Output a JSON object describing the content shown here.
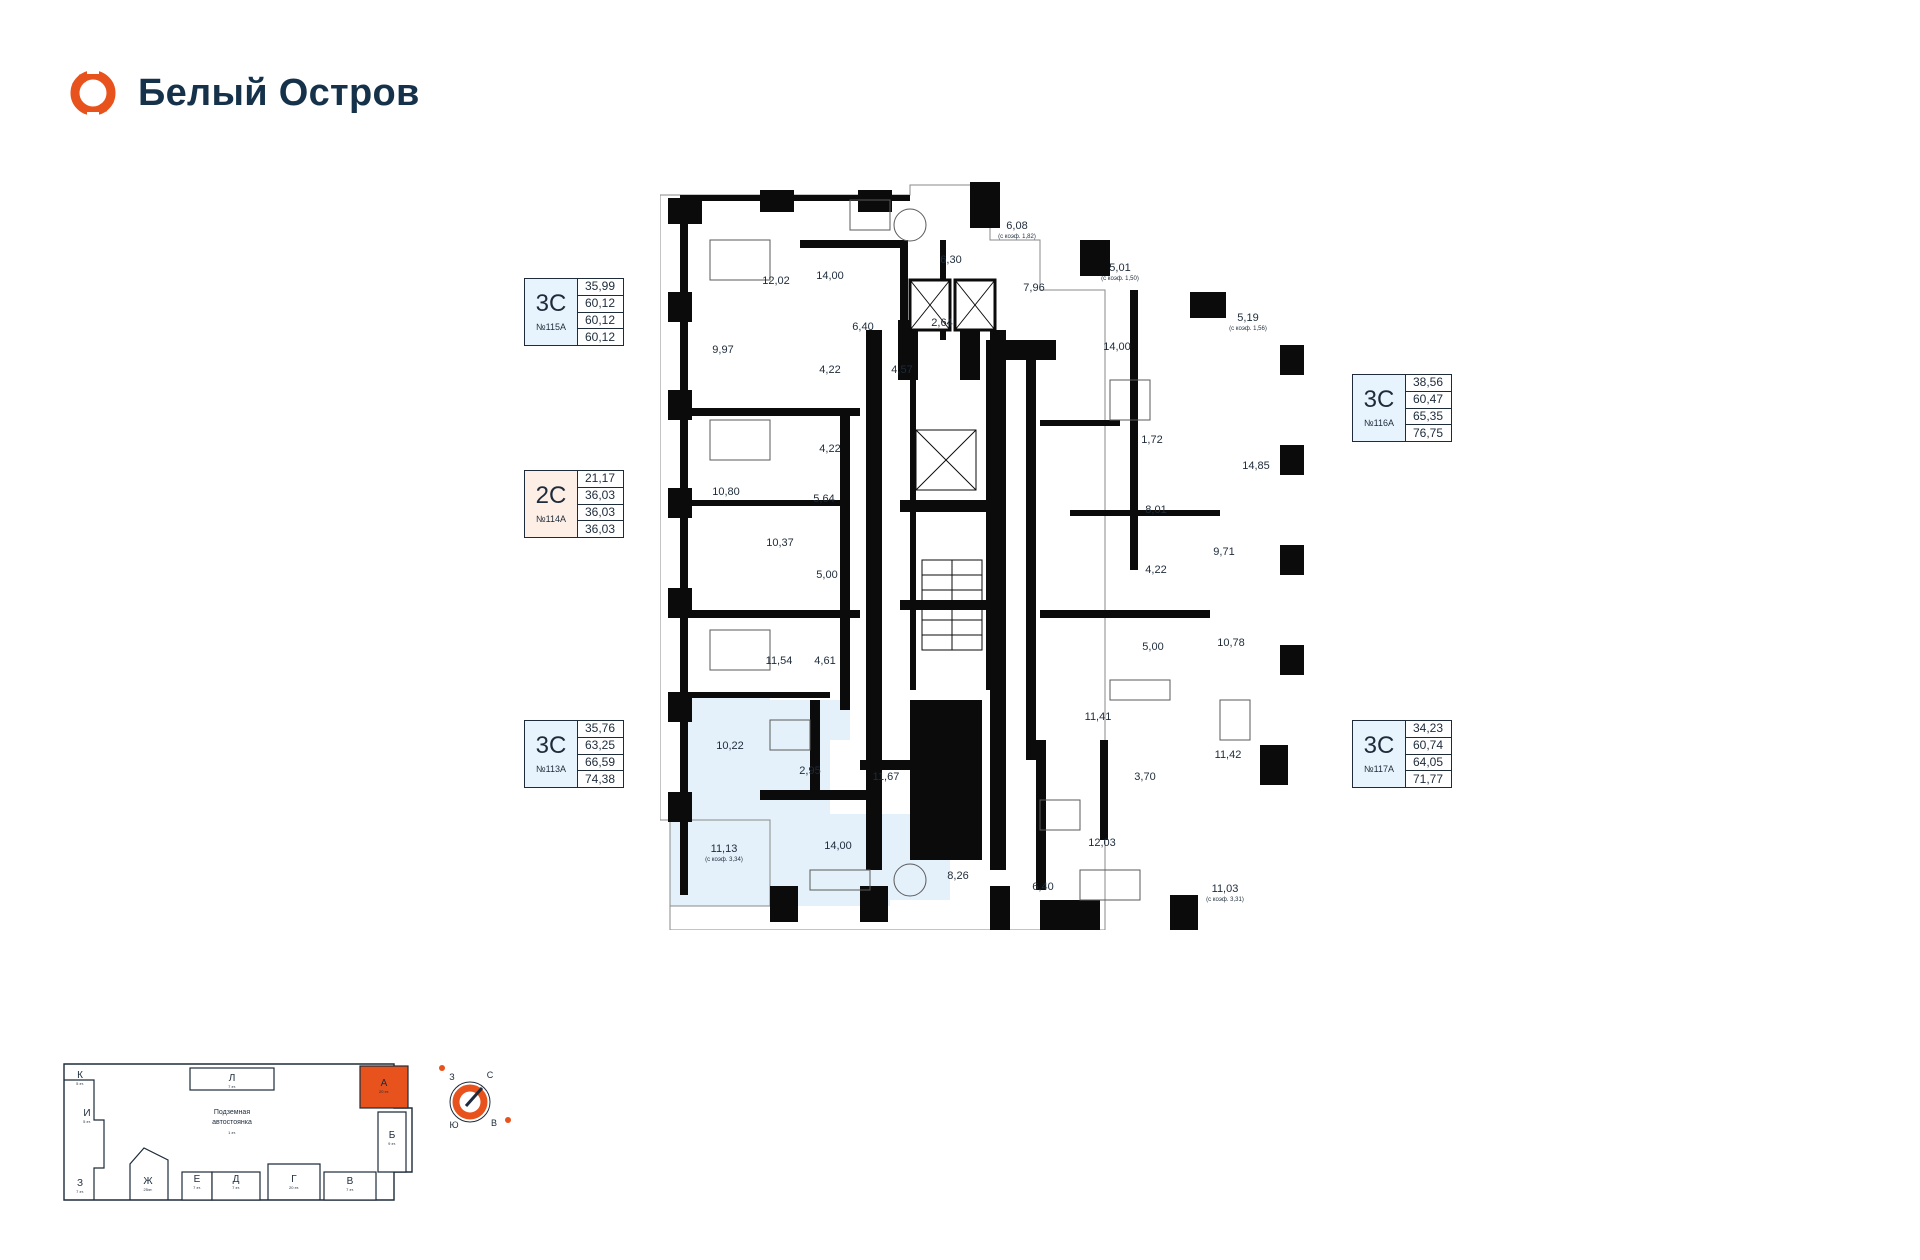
{
  "header": {
    "title": "Белый Остров",
    "accent": "#e8521c"
  },
  "units": [
    {
      "id": "u115",
      "type": "3С",
      "number": "№115А",
      "areas": [
        "35,99",
        "60,12",
        "60,12",
        "60,12"
      ],
      "highlight": "#e8f4fd"
    },
    {
      "id": "u114",
      "type": "2С",
      "number": "№114А",
      "areas": [
        "21,17",
        "36,03",
        "36,03",
        "36,03"
      ],
      "highlight": "#fdeee6"
    },
    {
      "id": "u113",
      "type": "3С",
      "number": "№113А",
      "areas": [
        "35,76",
        "63,25",
        "66,59",
        "74,38"
      ],
      "highlight": "#e8f4fd"
    },
    {
      "id": "u116",
      "type": "3С",
      "number": "№116А",
      "areas": [
        "38,56",
        "60,47",
        "65,35",
        "76,75"
      ],
      "highlight": "#e8f4fd"
    },
    {
      "id": "u117",
      "type": "3С",
      "number": "№117А",
      "areas": [
        "34,23",
        "60,74",
        "64,05",
        "71,77"
      ],
      "highlight": "#e8f4fd"
    }
  ],
  "rooms": {
    "r1": "6,08",
    "r1n": "(с коэф. 1,82)",
    "r2": "5,01",
    "r2n": "(с коэф. 1,50)",
    "r3": "5,19",
    "r3n": "(с коэф. 1,56)",
    "r4": "12,02",
    "r5": "14,00",
    "r6": "6,30",
    "r7": "7,96",
    "r8": "6,40",
    "r9": "2,64",
    "r10": "14,00",
    "r11": "9,97",
    "r12": "4,22",
    "r13": "4,57",
    "r14": "4,22",
    "r15": "1,72",
    "r16": "14,85",
    "r17": "10,80",
    "r18": "5,64",
    "r19": "8,01",
    "r20": "10,37",
    "r21": "5,00",
    "r22": "4,22",
    "r23": "9,71",
    "r24": "11,54",
    "r25": "4,61",
    "r26": "5,00",
    "r27": "10,78",
    "r28": "11,41",
    "r29": "10,22",
    "r30": "2,95",
    "r31": "11,67",
    "r32": "3,70",
    "r33": "11,42",
    "r34": "11,13",
    "r34n": "(с коэф. 3,34)",
    "r35": "14,00",
    "r36": "8,26",
    "r37": "12,03",
    "r38": "6,40",
    "r39": "11,03",
    "r39n": "(с коэф. 3,31)"
  },
  "siteplan": {
    "center_title": "Подземная",
    "center_title2": "автостоянка",
    "center_floors": "1 эт.",
    "sections": [
      {
        "key": "К",
        "floors": "5 эт."
      },
      {
        "key": "Л",
        "floors": "7 эт."
      },
      {
        "key": "А",
        "floors": "20 эт."
      },
      {
        "key": "И",
        "floors": "5 эт."
      },
      {
        "key": "Б",
        "floors": "9 эт."
      },
      {
        "key": "З",
        "floors": "7 эт."
      },
      {
        "key": "Ж",
        "floors": "25эт."
      },
      {
        "key": "Е",
        "floors": "7 эт."
      },
      {
        "key": "Д",
        "floors": "7 эт."
      },
      {
        "key": "Г",
        "floors": "20 эт."
      },
      {
        "key": "В",
        "floors": "7 эт."
      }
    ],
    "active_color": "#e8521c"
  },
  "compass": {
    "n": "С",
    "w": "З",
    "s": "Ю",
    "e": "В"
  },
  "colors": {
    "wall": "#0b0b0b",
    "highlight_blue": "#e4f1fb",
    "highlight_peach": "#fdeee6",
    "accent": "#e8521c"
  }
}
